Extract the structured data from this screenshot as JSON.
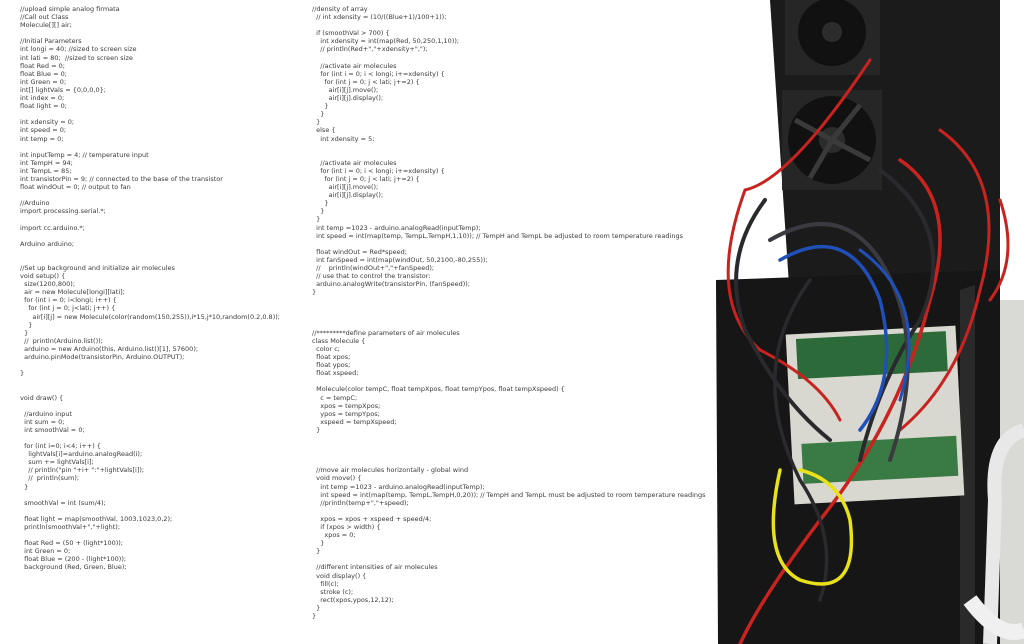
{
  "left_code": [
    "//upload simple analog firmata",
    "//Call out Class",
    "Molecule[][] air;",
    "",
    "//Initial Parameters",
    "int longi = 40; //sized to screen size",
    "int lati = 80;  //sized to screen size",
    "float Red = 0;",
    "float Blue = 0;",
    "int Green = 0;",
    "int[] lightVals = {0,0,0,0};",
    "int index = 0;",
    "float light = 0;",
    "",
    "int xdensity = 0;",
    "int speed = 0;",
    "int temp = 0;",
    "",
    "int inputTemp = 4; // temperature input",
    "int TempH = 94;",
    "int TempL = 85;",
    "int transistorPin = 9; // connected to the base of the transistor",
    "float windOut = 0; // output to fan",
    "",
    "//Arduino",
    "import processing.serial.*;",
    "",
    "import cc.arduino.*;",
    "",
    "Arduino arduino;",
    "",
    "",
    "//Set up background and initialize air molecules",
    "void setup() {",
    "  size(1200,800);",
    "  air = new Molecule[longi][lati];",
    "  for (int i = 0; i<longi; i++) {",
    "    for (int j = 0; j<lati; j++) {",
    "      air[i][j] = new Molecule(color(random(150,255)),i*15,j*10,random(0.2,0.8));",
    "    }",
    "  }",
    "  //  println(Arduino.list());",
    "  arduino = new Arduino(this, Arduino.list()[1], 57600);",
    "  arduino.pinMode(transistorPin, Arduino.OUTPUT);",
    "",
    "}",
    "",
    "",
    "void draw() {",
    "",
    "  //arduino input",
    "  int sum = 0;",
    "  int smoothVal = 0;",
    "",
    "  for (int i=0; i<4; i++) {",
    "    lightVals[i]=arduino.analogRead(i);",
    "    sum += lightVals[i];",
    "    // println(\"pin \"+i+ \":\"+lightVals[i]);",
    "    //  println(sum);",
    "  }",
    "",
    "  smoothVal = int (sum/4);",
    "",
    "  float light = map(smoothVal, 1003,1023,0,2);",
    "  println(smoothVal+\",\"+light);",
    "",
    "  float Red = (50 + (light*100));",
    "  int Green = 0;",
    "  float Blue = (200 - (light*100));",
    "  background (Red, Green, Blue);"
  ],
  "right_code": [
    "//density of array",
    "  // int xdensity = (10/((Blue+1)/100+1));",
    "",
    "  if (smoothVal > 700) {",
    "    int xdensity = int(map(Red, 50,250,1,10));",
    "    // println(Red+\",\"+xdensity+\",\");",
    "",
    "    //activate air molecules",
    "    for (int i = 0; i < longi; i+=xdensity) {",
    "      for (int j = 0; j < lati; j+=2) {",
    "        air[i][j].move();",
    "        air[i][j].display();",
    "      }",
    "    }",
    "  }",
    "  else {",
    "    int xdensity = 5;",
    "",
    "",
    "    //activate air molecules",
    "    for (int i = 0; i < longi; i+=xdensity) {",
    "      for (int j = 0; j < lati; j+=2) {",
    "        air[i][j].move();",
    "        air[i][j].display();",
    "      }",
    "    }",
    "  }",
    "  int temp =1023 - arduino.analogRead(inputTemp);",
    "  int speed = int(map(temp, TempL,TempH,1,10)); // TempH and TempL be adjusted to room temperature readings",
    "",
    "  float windOut = Red*speed;",
    "  int fanSpeed = int(map(windOut, 50,2100,-80,255));",
    "  //    println(windOut+\",\"+fanSpeed);",
    "  // use that to control the transistor:",
    "  arduino.analogWrite(transistorPin, (fanSpeed));",
    "}",
    "",
    "",
    "",
    "",
    "//*********define parameters of air molecules",
    "class Molecule {",
    "  color c;",
    "  float xpos;",
    "  float ypos;",
    "  float xspeed;",
    "",
    "  Molecule(color tempC, float tempXpos, float tempYpos, float tempXspeed) {",
    "    c = tempC;",
    "    xpos = tempXpos;",
    "    ypos = tempYpos;",
    "    xspeed = tempXspeed;",
    "  }",
    "",
    "",
    "",
    "",
    "  //move air molecules horizontally - global wind",
    "  void move() {",
    "    int temp =1023 - arduino.analogRead(inputTemp);",
    "    int speed = int(map(temp, TempL,TempH,0,20)); // TempH and TempL must be adjusted to room temperature readings",
    "    //println(temp+\",\"+speed);",
    "",
    "    xpos = xpos + xspeed + speed/4;",
    "    if (xpos > width) {",
    "      xpos = 0;",
    "    }",
    "  }",
    "",
    "  //different intensities of air molecules",
    "  void display() {",
    "    fill(c);",
    "    stroke (c);",
    "    rect(xpos,ypos,12,12);",
    "  }",
    "}"
  ],
  "colors": {
    "text": "#3a3a3a",
    "enclosure": "#161616",
    "wire_red": "#c8231f",
    "wire_blue": "#1f4fb8",
    "wire_yellow": "#e9e21a",
    "wire_black": "#2a2a2e"
  }
}
